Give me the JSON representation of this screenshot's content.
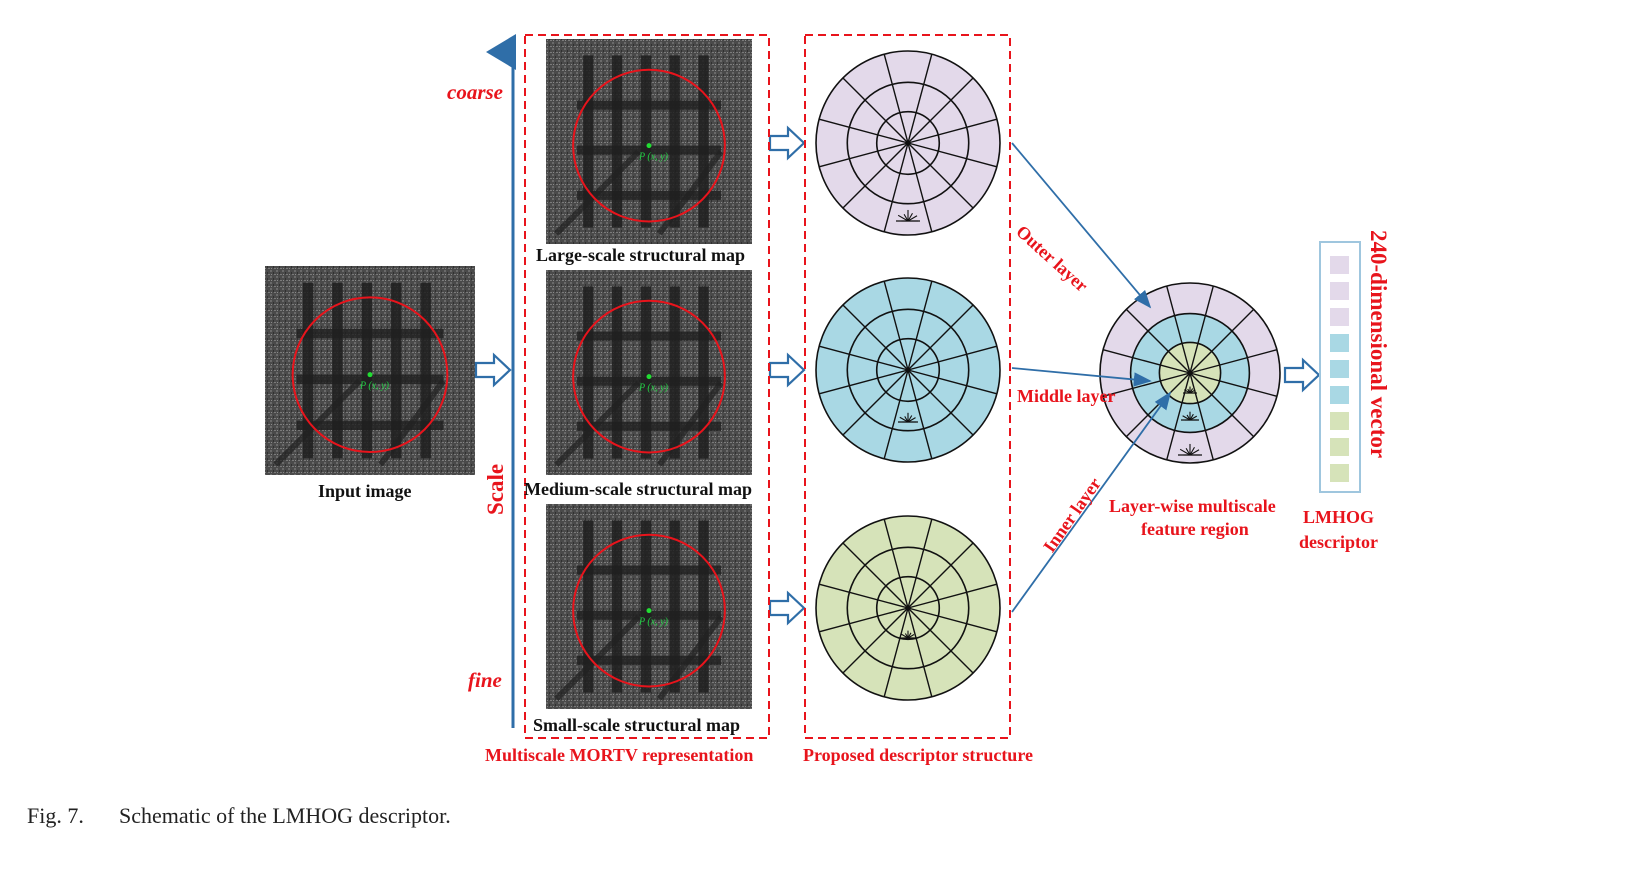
{
  "colors": {
    "red": "#e8141c",
    "arrow_blue": "#2f6ea8",
    "outer_fill": "#e3d9ea",
    "middle_fill": "#a9d8e4",
    "inner_fill": "#d6e3b9"
  },
  "input": {
    "label": "Input image",
    "point_label": "P (x, y)"
  },
  "scale_axis": {
    "label": "Scale",
    "top": "coarse",
    "bottom": "fine"
  },
  "maps": [
    {
      "label": "Large-scale structural map",
      "point_label": "P (x, y)"
    },
    {
      "label": "Medium-scale structural map",
      "point_label": "P (x, y)"
    },
    {
      "label": "Small-scale structural map",
      "point_label": "P (x, y)"
    }
  ],
  "group_labels": {
    "mortv": "Multiscale MORTV  representation",
    "descriptor": "Proposed descriptor structure"
  },
  "layers": {
    "outer": "Outer layer",
    "middle": "Middle layer",
    "inner": "Inner layer"
  },
  "feature_region": {
    "line1": "Layer-wise multiscale",
    "line2": "feature region"
  },
  "vector": {
    "label": "240-dimensional vector",
    "cells": [
      "outer",
      "outer",
      "outer",
      "middle",
      "middle",
      "middle",
      "inner",
      "inner",
      "inner"
    ]
  },
  "output": {
    "line1": "LMHOG",
    "line2": "descriptor"
  },
  "caption": {
    "number": "Fig. 7.",
    "text": "Schematic of the LMHOG descriptor."
  }
}
